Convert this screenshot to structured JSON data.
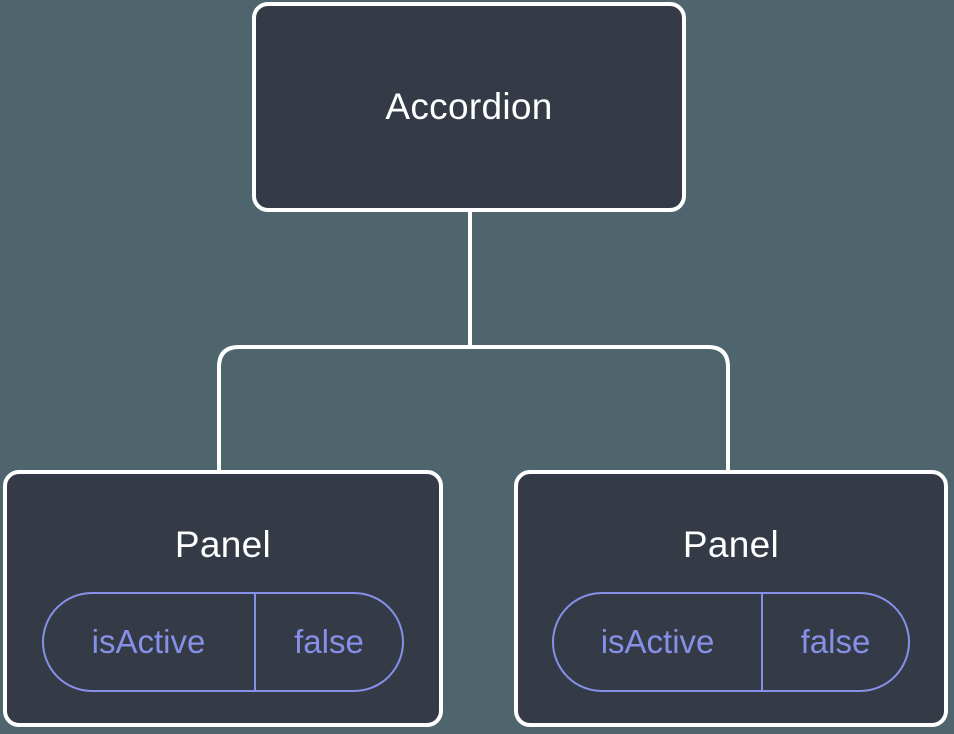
{
  "colors": {
    "background": "#4E656D",
    "node_fill": "#343B47",
    "node_border": "#FFFFFF",
    "connector": "#FFFFFF",
    "node_text": "#FFFFFF",
    "prop_accent": "#8690E8"
  },
  "tree": {
    "root": {
      "label": "Accordion"
    },
    "panels": [
      {
        "title": "Panel",
        "prop_name": "isActive",
        "prop_value": "false"
      },
      {
        "title": "Panel",
        "prop_name": "isActive",
        "prop_value": "false"
      }
    ]
  }
}
